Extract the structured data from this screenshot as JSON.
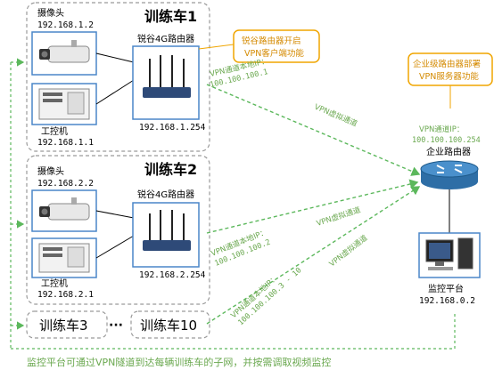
{
  "colors": {
    "dashed_border": "#9a9a9a",
    "vpn_green": "#5cb85c",
    "router_border": "#4a86c8",
    "callout_border": "#f0a500",
    "callout_text": "#d48a00",
    "vpn_label": "#6aa84f"
  },
  "car1": {
    "title": "训练车1",
    "camera_label": "摄像头",
    "camera_ip": "192.168.1.2",
    "ipc_label": "工控机",
    "ipc_ip": "192.168.1.1",
    "router_label": "锐谷4G路由器",
    "router_ip": "192.168.1.254"
  },
  "car2": {
    "title": "训练车2",
    "camera_label": "摄像头",
    "camera_ip": "192.168.2.2",
    "ipc_label": "工控机",
    "ipc_ip": "192.168.2.1",
    "router_label": "锐谷4G路由器",
    "router_ip": "192.168.2.254"
  },
  "car3": {
    "title": "训练车3"
  },
  "ellipsis": "···",
  "car10": {
    "title": "训练车10"
  },
  "callout_client": {
    "line1": "锐谷路由器开启",
    "line2": "VPN客户端功能"
  },
  "callout_server": {
    "line1": "企业级路由器部署",
    "line2": "VPN服务器功能"
  },
  "tunnel1": {
    "label": "VPN通道本地IP：",
    "ip": "100.100.100.1"
  },
  "tunnel2": {
    "label": "VPN通道本地IP：",
    "ip": "100.100.100.2"
  },
  "tunnel3": {
    "label": "VPN通道本地IP：",
    "ip": "100.100.100.3 - 10"
  },
  "virtual_channel": "VPN虚拟通道",
  "enterprise": {
    "tunnel_label": "VPN通道IP：",
    "tunnel_ip": "100.100.100.254",
    "router_label": "企业路由器"
  },
  "platform": {
    "label": "监控平台",
    "ip": "192.168.0.2"
  },
  "footer": "监控平台可通过VPN隧道到达每辆训练车的子网，并按需调取视频监控"
}
